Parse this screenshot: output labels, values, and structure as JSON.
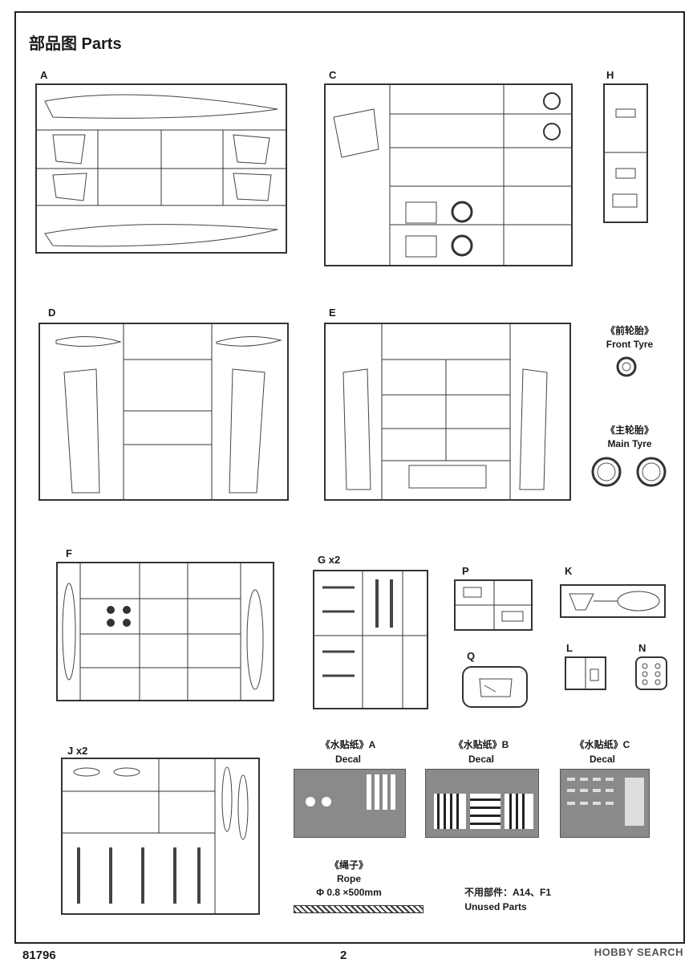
{
  "header": {
    "title": "部品图 Parts"
  },
  "sprues": {
    "A": "A",
    "C": "C",
    "H": "H",
    "D": "D",
    "E": "E",
    "F": "F",
    "G": "G x2",
    "P": "P",
    "K": "K",
    "Q": "Q",
    "L": "L",
    "N": "N",
    "J": "J x2"
  },
  "tyres": {
    "front_cn": "《前轮胎》",
    "front_en": "Front Tyre",
    "main_cn": "《主轮胎》",
    "main_en": "Main Tyre"
  },
  "decals": {
    "a_cn": "《水贴纸》A",
    "a_en": "Decal",
    "b_cn": "《水贴纸》B",
    "b_en": "Decal",
    "c_cn": "《水贴纸》C",
    "c_en": "Decal"
  },
  "rope": {
    "cn": "《绳子》",
    "en": "Rope",
    "size": "Φ 0.8 ×500mm"
  },
  "unused": {
    "cn": "不用部件：A14、F1",
    "en": "Unused Parts"
  },
  "footer": {
    "code": "81796",
    "page": "2"
  },
  "watermark": "HOBBY SEARCH",
  "colors": {
    "decal_bg": "#8a8a8a",
    "line": "#333333"
  }
}
